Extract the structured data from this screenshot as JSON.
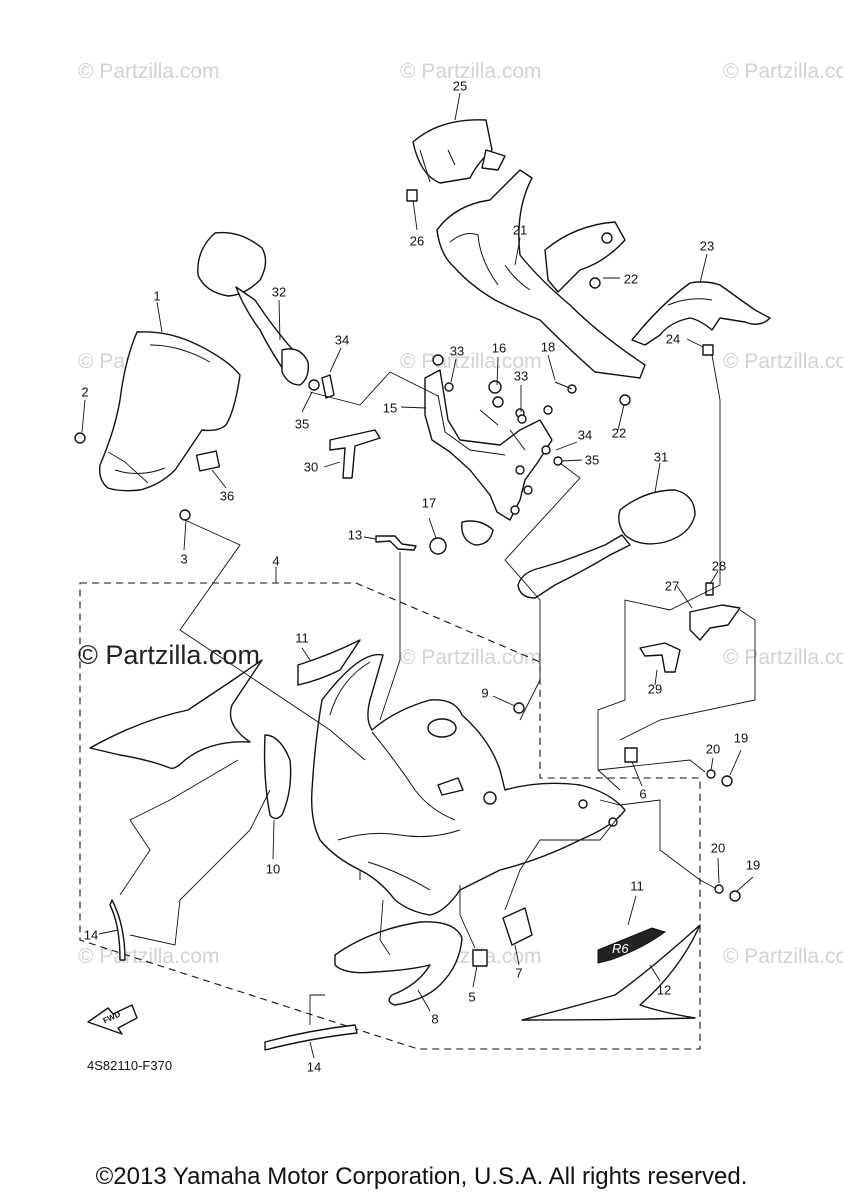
{
  "watermark": {
    "text": "© Partzilla.com",
    "prominent_text": "© Partzilla.com"
  },
  "callouts": [
    {
      "id": "c1",
      "text": "1"
    },
    {
      "id": "c2",
      "text": "2"
    },
    {
      "id": "c3",
      "text": "3"
    },
    {
      "id": "c4",
      "text": "4"
    },
    {
      "id": "c5",
      "text": "5"
    },
    {
      "id": "c6",
      "text": "6"
    },
    {
      "id": "c7",
      "text": "7"
    },
    {
      "id": "c8",
      "text": "8"
    },
    {
      "id": "c9",
      "text": "9"
    },
    {
      "id": "c10",
      "text": "10"
    },
    {
      "id": "c11a",
      "text": "11"
    },
    {
      "id": "c11b",
      "text": "11"
    },
    {
      "id": "c12",
      "text": "12"
    },
    {
      "id": "c13",
      "text": "13"
    },
    {
      "id": "c14a",
      "text": "14"
    },
    {
      "id": "c14b",
      "text": "14"
    },
    {
      "id": "c15",
      "text": "15"
    },
    {
      "id": "c16",
      "text": "16"
    },
    {
      "id": "c17",
      "text": "17"
    },
    {
      "id": "c18",
      "text": "18"
    },
    {
      "id": "c19a",
      "text": "19"
    },
    {
      "id": "c19b",
      "text": "19"
    },
    {
      "id": "c20a",
      "text": "20"
    },
    {
      "id": "c20b",
      "text": "20"
    },
    {
      "id": "c21",
      "text": "21"
    },
    {
      "id": "c22a",
      "text": "22"
    },
    {
      "id": "c22b",
      "text": "22"
    },
    {
      "id": "c23",
      "text": "23"
    },
    {
      "id": "c24",
      "text": "24"
    },
    {
      "id": "c25",
      "text": "25"
    },
    {
      "id": "c26",
      "text": "26"
    },
    {
      "id": "c27",
      "text": "27"
    },
    {
      "id": "c28",
      "text": "28"
    },
    {
      "id": "c29",
      "text": "29"
    },
    {
      "id": "c30",
      "text": "30"
    },
    {
      "id": "c31",
      "text": "31"
    },
    {
      "id": "c32",
      "text": "32"
    },
    {
      "id": "c33a",
      "text": "33"
    },
    {
      "id": "c33b",
      "text": "33"
    },
    {
      "id": "c34a",
      "text": "34"
    },
    {
      "id": "c34b",
      "text": "34"
    },
    {
      "id": "c35a",
      "text": "35"
    },
    {
      "id": "c35b",
      "text": "35"
    },
    {
      "id": "c36",
      "text": "36"
    }
  ],
  "fwd_label": "FWD",
  "diagram_code": "4S82110-F370",
  "copyright": "©2013 Yamaha Motor Corporation, U.S.A. All rights reserved."
}
